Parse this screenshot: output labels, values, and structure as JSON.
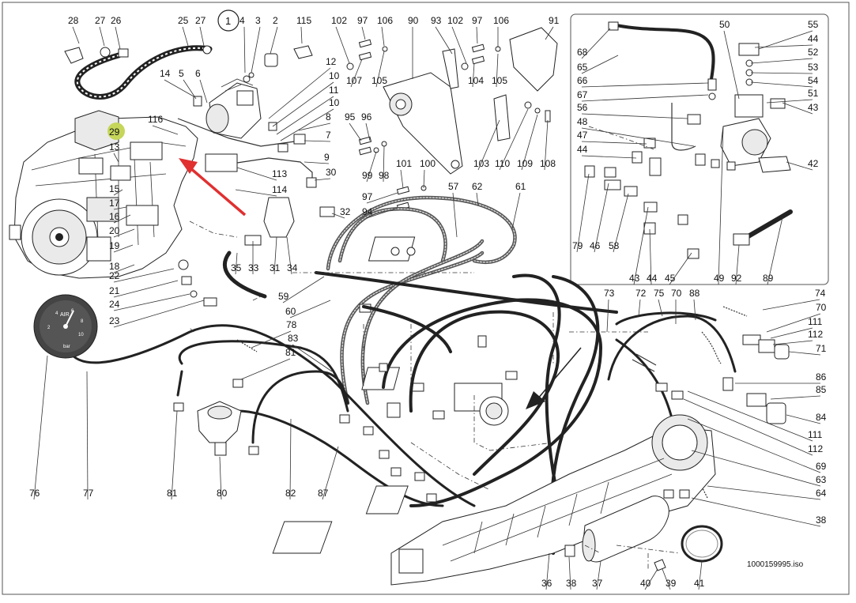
{
  "drawing_number": "1000159995.iso",
  "circled_label": "1",
  "highlighted_label": "29",
  "gauge": {
    "top_text": "AIR",
    "unit_text": "bar",
    "ticks": [
      "2",
      "4",
      "6",
      "8",
      "10"
    ]
  },
  "callouts": [
    "28",
    "27",
    "26",
    "25",
    "27",
    "4",
    "3",
    "2",
    "115",
    "102",
    "97",
    "106",
    "90",
    "93",
    "102",
    "97",
    "106",
    "91",
    "12",
    "10",
    "11",
    "10",
    "8",
    "7",
    "9",
    "30",
    "113",
    "114",
    "32",
    "107",
    "105",
    "104",
    "105",
    "14",
    "5",
    "6",
    "116",
    "13",
    "15",
    "17",
    "16",
    "20",
    "19",
    "18",
    "22",
    "21",
    "24",
    "23",
    "95",
    "96",
    "99",
    "98",
    "101",
    "100",
    "97",
    "94",
    "103",
    "110",
    "109",
    "108",
    "57",
    "62",
    "61",
    "35",
    "33",
    "31",
    "34",
    "59",
    "60",
    "78",
    "83",
    "81",
    "73",
    "72",
    "75",
    "70",
    "88",
    "74",
    "70",
    "111",
    "112",
    "71",
    "86",
    "85",
    "84",
    "111",
    "112",
    "69",
    "63",
    "64",
    "38",
    "76",
    "77",
    "81",
    "80",
    "82",
    "87",
    "36",
    "38",
    "37",
    "40",
    "39",
    "41",
    "68",
    "65",
    "66",
    "67",
    "56",
    "48",
    "47",
    "44",
    "50",
    "55",
    "44",
    "52",
    "53",
    "54",
    "51",
    "43",
    "42",
    "79",
    "46",
    "58",
    "43",
    "44",
    "45",
    "49",
    "92",
    "89"
  ],
  "colors": {
    "line": "#222222",
    "highlight": "#c5d65a",
    "arrow": "#e03030",
    "frame": "#555555"
  }
}
